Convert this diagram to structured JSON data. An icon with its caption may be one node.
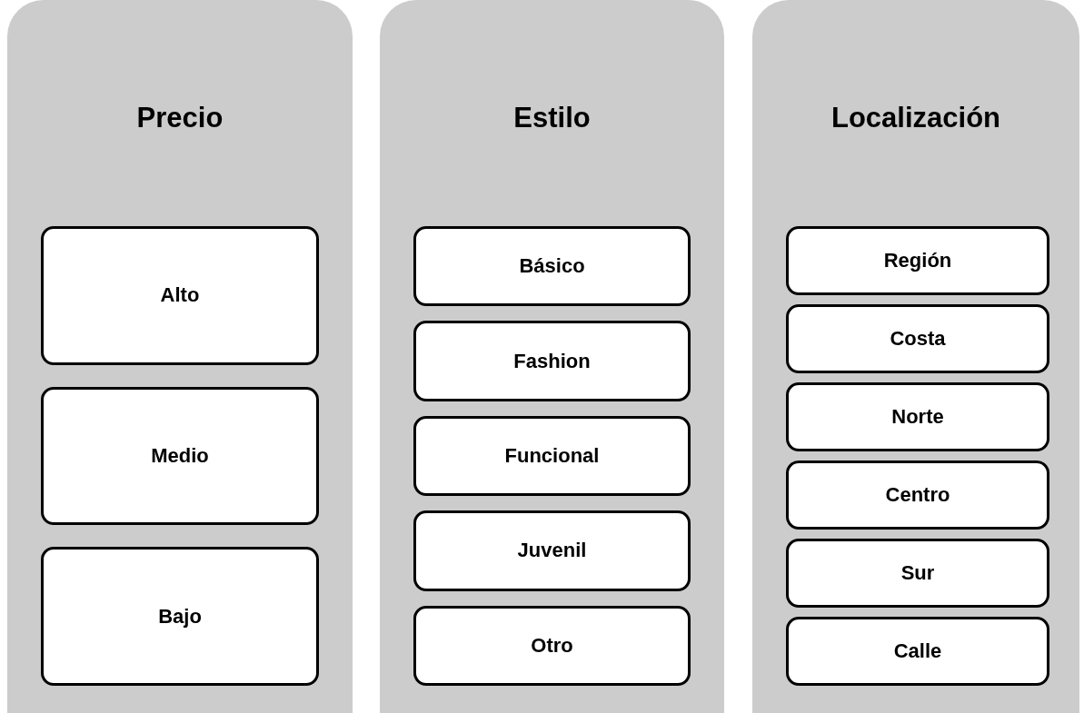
{
  "diagram": {
    "nodes": [
      {
        "text": [
          "Precio"
        ]
      },
      {
        "text": [
          "Alto"
        ],
        "in": 0
      },
      {
        "text": [
          "Medio"
        ],
        "in": 0
      },
      {
        "text": [
          "Bajo"
        ],
        "in": 0
      },
      {
        "text": [
          "Estilo"
        ]
      },
      {
        "text": [
          "Básico"
        ],
        "in": 4
      },
      {
        "text": [
          "Fashion"
        ],
        "in": 4
      },
      {
        "text": [
          "Funcional"
        ],
        "in": 4
      },
      {
        "text": [
          "Juvenil"
        ],
        "in": 4
      },
      {
        "text": [
          "Otro"
        ],
        "in": 4
      },
      {
        "text": [
          "Localización"
        ]
      },
      {
        "text": [
          "Región"
        ],
        "in": 10
      },
      {
        "text": [
          "Costa"
        ],
        "in": 10
      },
      {
        "text": [
          "Norte"
        ],
        "in": 10
      },
      {
        "text": [
          "Centro"
        ],
        "in": 10
      },
      {
        "text": [
          "Sur"
        ],
        "in": 10
      },
      {
        "text": [
          "Calle"
        ],
        "in": 10
      }
    ]
  }
}
